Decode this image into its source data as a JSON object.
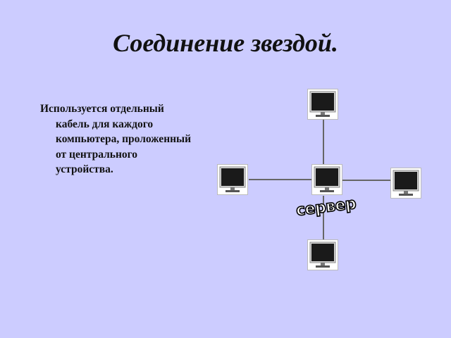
{
  "slide": {
    "title": "Соединение звездой.",
    "bullet_text": "Используется отдельный\nкабель для каждого\nкомпьютера, проложенный\nот центрального\nустройства.",
    "server_label": "сервер"
  },
  "colors": {
    "background": "#ccccff",
    "cable": "#666666",
    "screen": "#1a1a1a"
  },
  "icons": [
    "monitor-icon"
  ]
}
